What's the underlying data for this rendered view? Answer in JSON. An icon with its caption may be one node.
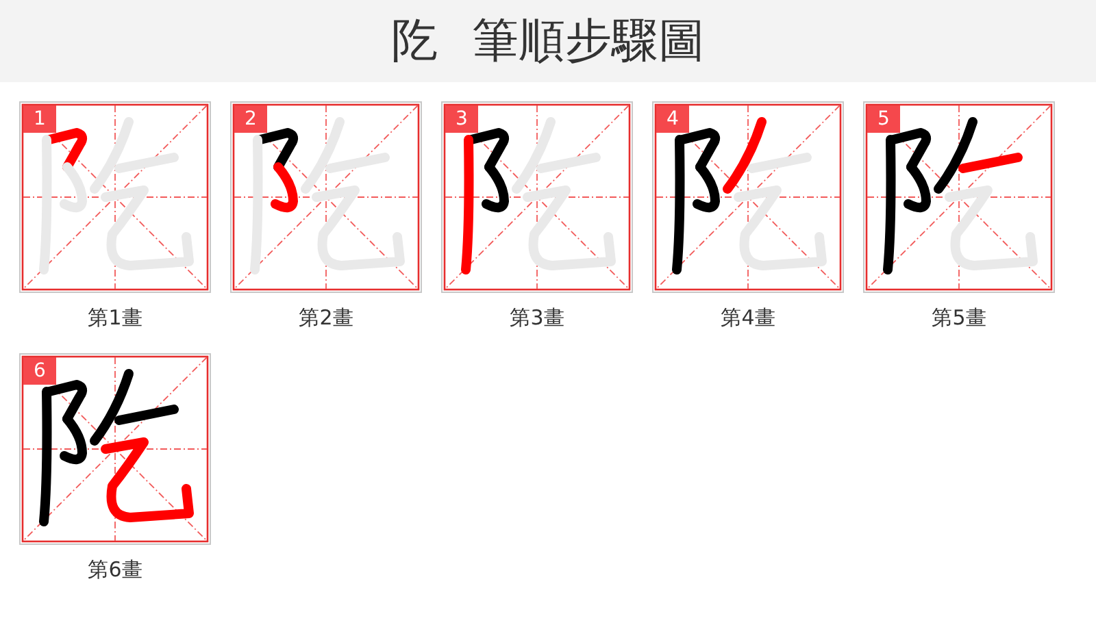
{
  "diagram": {
    "title": "阣 筆順步驟圖",
    "nodes": [
      {
        "text": [
          "1"
        ],
        "beside": [
          "第1畫"
        ]
      },
      {
        "text": [
          "2"
        ],
        "beside": [
          "第2畫"
        ]
      },
      {
        "text": [
          "3"
        ],
        "beside": [
          "第3畫"
        ]
      },
      {
        "text": [
          "4"
        ],
        "beside": [
          "第4畫"
        ]
      },
      {
        "text": [
          "5"
        ],
        "beside": [
          "第5畫"
        ]
      },
      {
        "text": [
          "6"
        ],
        "beside": [
          "第6畫"
        ]
      }
    ]
  }
}
